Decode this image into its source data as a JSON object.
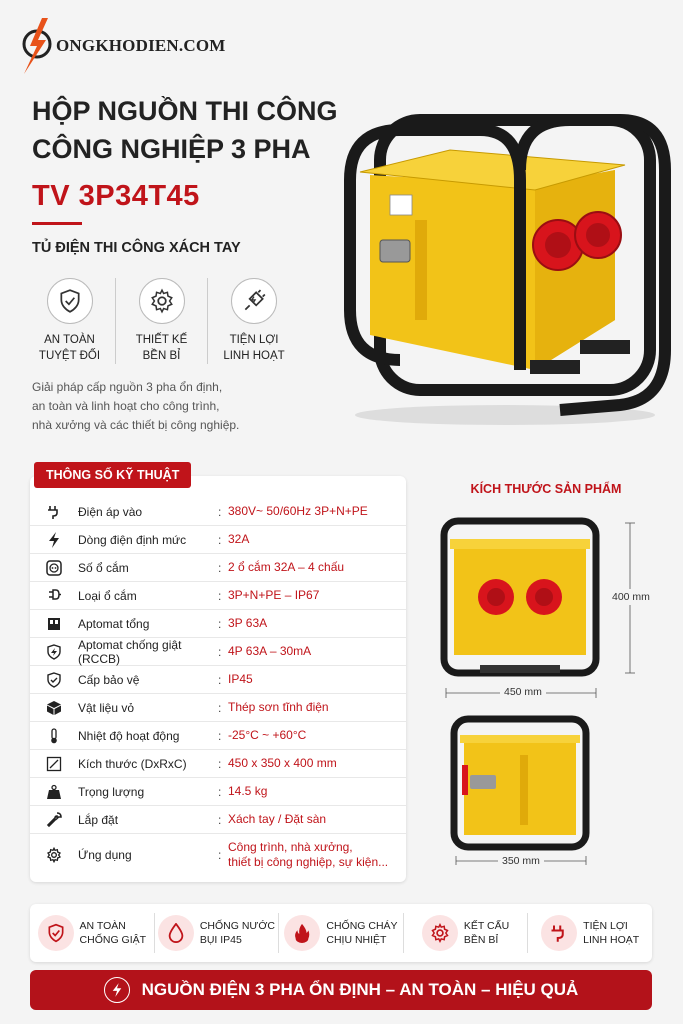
{
  "brand": {
    "logo_text": "ONGKHODIEN.COM"
  },
  "hero": {
    "title_line1": "HỘP NGUỒN THI CÔNG",
    "title_line2": "CÔNG NGHIỆP 3 PHA",
    "model": "TV 3P34T45",
    "subtitle": "TỦ ĐIỆN THI CÔNG XÁCH TAY",
    "features": [
      {
        "line1": "AN TOÀN",
        "line2": "TUYỆT ĐỐI",
        "icon": "shield-check-icon"
      },
      {
        "line1": "THIẾT KẾ",
        "line2": "BỀN BỈ",
        "icon": "gear-icon"
      },
      {
        "line1": "TIỆN LỢI",
        "line2": "LINH HOẠT",
        "icon": "plug-icon"
      }
    ],
    "description_lines": [
      "Giải pháp cấp nguồn 3 pha ổn định,",
      "an toàn và linh hoạt cho công trình,",
      "nhà xưởng và các thiết bị công nghiệp."
    ]
  },
  "specs": {
    "header": "THÔNG SỐ KỸ THUẬT",
    "separator": ":",
    "rows": [
      {
        "key": "Điện áp vào",
        "value": "380V~ 50/60Hz 3P+N+PE",
        "icon": "plug-icon"
      },
      {
        "key": "Dòng điện định mức",
        "value": "32A",
        "icon": "lightning-icon"
      },
      {
        "key": "Số ổ cắm",
        "value": "2 ổ cắm 32A – 4 chấu",
        "icon": "socket-icon"
      },
      {
        "key": "Loại ổ cắm",
        "value": "3P+N+PE – IP67",
        "icon": "plug-icon"
      },
      {
        "key": "Aptomat tổng",
        "value": "3P 63A",
        "icon": "breaker-icon"
      },
      {
        "key": "Aptomat chống giật (RCCB)",
        "value": "4P 63A – 30mA",
        "icon": "shield-bolt-icon"
      },
      {
        "key": "Cấp bảo vệ",
        "value": "IP45",
        "icon": "shield-icon"
      },
      {
        "key": "Vật liệu vỏ",
        "value": "Thép sơn tĩnh điện",
        "icon": "box-icon"
      },
      {
        "key": "Nhiệt độ hoạt động",
        "value": "-25°C ~ +60°C",
        "icon": "thermometer-icon"
      },
      {
        "key": "Kích thước (DxRxC)",
        "value": "450 x 350 x 400 mm",
        "icon": "dimension-icon"
      },
      {
        "key": "Trọng lượng",
        "value": "14.5 kg",
        "icon": "weight-icon"
      },
      {
        "key": "Lắp đặt",
        "value": "Xách tay / Đặt sàn",
        "icon": "wrench-icon"
      },
      {
        "key": "Ứng dụng",
        "value_line1": "Công trình, nhà xưởng,",
        "value_line2": "thiết bị công nghiệp, sự kiện...",
        "icon": "gear-icon"
      }
    ]
  },
  "dimensions": {
    "title": "KÍCH THƯỚC SẢN PHẨM",
    "height": "400 mm",
    "width": "450 mm",
    "depth": "350 mm"
  },
  "bottom_features": [
    {
      "line1": "AN TOÀN",
      "line2": "CHỐNG GIẬT",
      "icon": "shield-check-icon"
    },
    {
      "line1": "CHỐNG NƯỚC",
      "line2": "BỤI IP45",
      "icon": "water-drop-icon"
    },
    {
      "line1": "CHỐNG CHÁY",
      "line2": "CHỊU NHIỆT",
      "icon": "flame-icon"
    },
    {
      "line1": "KẾT CẤU",
      "line2": "BỀN BỈ",
      "icon": "gear-icon"
    },
    {
      "line1": "TIỆN LỢI",
      "line2": "LINH HOẠT",
      "icon": "plug-icon"
    }
  ],
  "banner": {
    "text": "NGUỒN ĐIỆN 3 PHA ỔN ĐỊNH – AN TOÀN – HIỆU QUẢ"
  },
  "colors": {
    "accent": "#c0141a",
    "box_yellow": "#f2c318",
    "socket_red": "#d8141c",
    "frame": "#1a1a1a"
  }
}
